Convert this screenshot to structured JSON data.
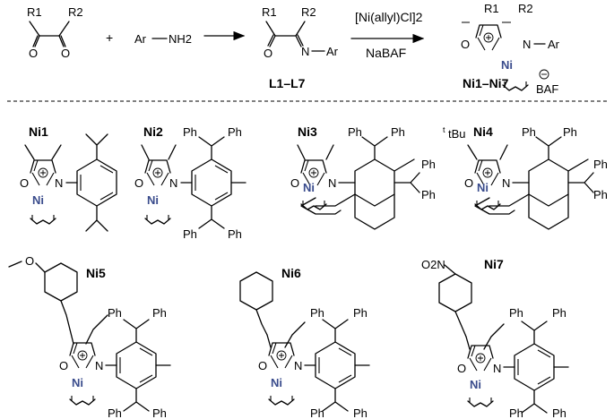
{
  "reaction": {
    "reactant1": {
      "r1": "R1",
      "r2": "R2",
      "o": "O"
    },
    "plus": "+",
    "reactant2": {
      "ar": "Ar",
      "nh2": "NH2"
    },
    "ligand": {
      "r1": "R1",
      "r2": "R2",
      "o": "O",
      "n": "N",
      "ar": "Ar",
      "label": "L1–L7"
    },
    "reagent_top": "[Ni(allyl)Cl]2",
    "reagent_bottom": "NaBAF",
    "product": {
      "r1": "R1",
      "r2": "R2",
      "o": "O",
      "n": "N",
      "ar": "Ar",
      "ni": "Ni",
      "counterion": "BAF",
      "label": "Ni1–Ni7"
    }
  },
  "catalysts": [
    {
      "label": "Ni1",
      "o": "O",
      "n": "N",
      "ni": "Ni"
    },
    {
      "label": "Ni2",
      "o": "O",
      "n": "N",
      "ni": "Ni",
      "ph": [
        "Ph",
        "Ph",
        "Ph",
        "Ph"
      ]
    },
    {
      "label": "Ni3",
      "o": "O",
      "n": "N",
      "ni": "Ni",
      "ph": [
        "Ph",
        "Ph",
        "Ph",
        "Ph"
      ]
    },
    {
      "label": "Ni4",
      "o": "O",
      "n": "N",
      "ni": "Ni",
      "tbu": "tBu",
      "ph": [
        "Ph",
        "Ph",
        "Ph",
        "Ph"
      ]
    },
    {
      "label": "Ni5",
      "o": "O",
      "n": "N",
      "ni": "Ni",
      "sub": "O",
      "ph": [
        "Ph",
        "Ph",
        "Ph",
        "Ph"
      ]
    },
    {
      "label": "Ni6",
      "o": "O",
      "n": "N",
      "ni": "Ni",
      "ph": [
        "Ph",
        "Ph",
        "Ph",
        "Ph"
      ]
    },
    {
      "label": "Ni7",
      "o": "O",
      "n": "N",
      "ni": "Ni",
      "sub": "O2N",
      "ph": [
        "Ph",
        "Ph",
        "Ph",
        "Ph"
      ]
    }
  ]
}
